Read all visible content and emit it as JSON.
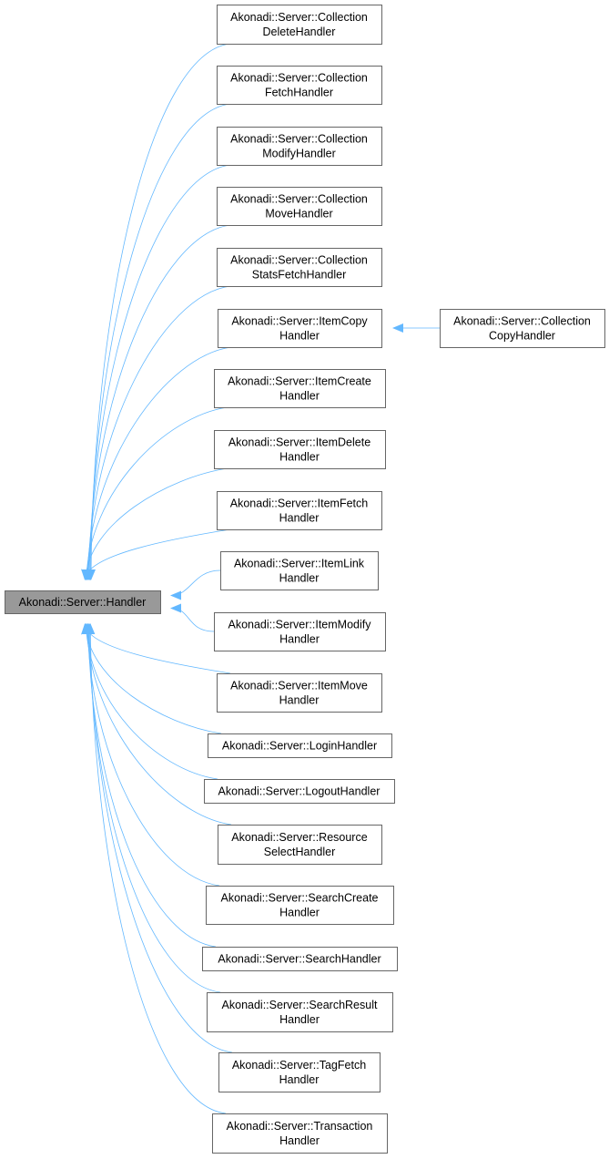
{
  "diagram": {
    "edge_color": "#63b8ff",
    "root": {
      "id": "handler",
      "lines": [
        "Akonadi::Server::Handler"
      ],
      "fill": "#999999"
    },
    "nodes": [
      {
        "id": "collection-delete-handler",
        "lines": [
          "Akonadi::Server::Collection",
          "DeleteHandler"
        ],
        "parent": "handler"
      },
      {
        "id": "collection-fetch-handler",
        "lines": [
          "Akonadi::Server::Collection",
          "FetchHandler"
        ],
        "parent": "handler"
      },
      {
        "id": "collection-modify-handler",
        "lines": [
          "Akonadi::Server::Collection",
          "ModifyHandler"
        ],
        "parent": "handler"
      },
      {
        "id": "collection-move-handler",
        "lines": [
          "Akonadi::Server::Collection",
          "MoveHandler"
        ],
        "parent": "handler"
      },
      {
        "id": "collection-stats-fetch-handler",
        "lines": [
          "Akonadi::Server::Collection",
          "StatsFetchHandler"
        ],
        "parent": "handler"
      },
      {
        "id": "item-copy-handler",
        "lines": [
          "Akonadi::Server::ItemCopy",
          "Handler"
        ],
        "parent": "handler"
      },
      {
        "id": "collection-copy-handler",
        "lines": [
          "Akonadi::Server::Collection",
          "CopyHandler"
        ],
        "parent": "item-copy-handler"
      },
      {
        "id": "item-create-handler",
        "lines": [
          "Akonadi::Server::ItemCreate",
          "Handler"
        ],
        "parent": "handler"
      },
      {
        "id": "item-delete-handler",
        "lines": [
          "Akonadi::Server::ItemDelete",
          "Handler"
        ],
        "parent": "handler"
      },
      {
        "id": "item-fetch-handler",
        "lines": [
          "Akonadi::Server::ItemFetch",
          "Handler"
        ],
        "parent": "handler"
      },
      {
        "id": "item-link-handler",
        "lines": [
          "Akonadi::Server::ItemLink",
          "Handler"
        ],
        "parent": "handler"
      },
      {
        "id": "item-modify-handler",
        "lines": [
          "Akonadi::Server::ItemModify",
          "Handler"
        ],
        "parent": "handler"
      },
      {
        "id": "item-move-handler",
        "lines": [
          "Akonadi::Server::ItemMove",
          "Handler"
        ],
        "parent": "handler"
      },
      {
        "id": "login-handler",
        "lines": [
          "Akonadi::Server::LoginHandler"
        ],
        "parent": "handler"
      },
      {
        "id": "logout-handler",
        "lines": [
          "Akonadi::Server::LogoutHandler"
        ],
        "parent": "handler"
      },
      {
        "id": "resource-select-handler",
        "lines": [
          "Akonadi::Server::Resource",
          "SelectHandler"
        ],
        "parent": "handler"
      },
      {
        "id": "search-create-handler",
        "lines": [
          "Akonadi::Server::SearchCreate",
          "Handler"
        ],
        "parent": "handler"
      },
      {
        "id": "search-handler",
        "lines": [
          "Akonadi::Server::SearchHandler"
        ],
        "parent": "handler"
      },
      {
        "id": "search-result-handler",
        "lines": [
          "Akonadi::Server::SearchResult",
          "Handler"
        ],
        "parent": "handler"
      },
      {
        "id": "tag-fetch-handler",
        "lines": [
          "Akonadi::Server::TagFetch",
          "Handler"
        ],
        "parent": "handler"
      },
      {
        "id": "transaction-handler",
        "lines": [
          "Akonadi::Server::Transaction",
          "Handler"
        ],
        "parent": "handler"
      }
    ]
  }
}
